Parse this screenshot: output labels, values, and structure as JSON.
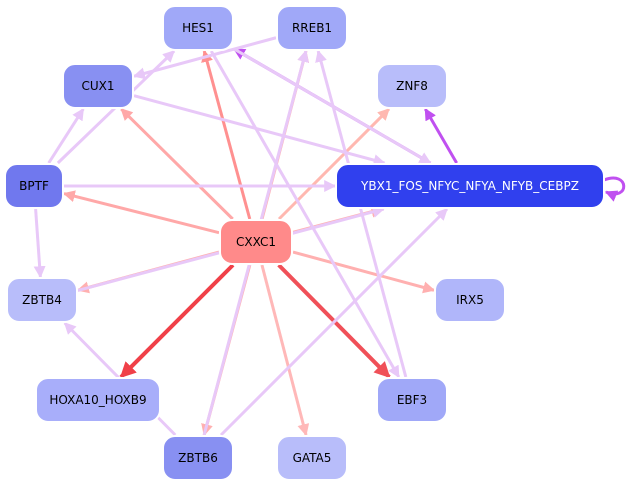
{
  "diagram": {
    "type": "directed-network",
    "nodes": [
      {
        "id": "HES1",
        "label": "HES1",
        "color": "#a0a8f8"
      },
      {
        "id": "RREB1",
        "label": "RREB1",
        "color": "#a0a8f8"
      },
      {
        "id": "CUX1",
        "label": "CUX1",
        "color": "#8890f2"
      },
      {
        "id": "ZNF8",
        "label": "ZNF8",
        "color": "#b8bdfa"
      },
      {
        "id": "BPTF",
        "label": "BPTF",
        "color": "#7078ee"
      },
      {
        "id": "YBX1",
        "label": "YBX1_FOS_NFYC_NFYA_NFYB_CEBPZ",
        "color": "#3040ee",
        "text_color": "#ffffff"
      },
      {
        "id": "CXXC1",
        "label": "CXXC1",
        "color": "#ff8a8a"
      },
      {
        "id": "ZBTB4",
        "label": "ZBTB4",
        "color": "#b8bdfa"
      },
      {
        "id": "IRX5",
        "label": "IRX5",
        "color": "#b0b6fa"
      },
      {
        "id": "HOXA10_HOXB9",
        "label": "HOXA10_HOXB9",
        "color": "#a8aefa"
      },
      {
        "id": "EBF3",
        "label": "EBF3",
        "color": "#a0a8f8"
      },
      {
        "id": "ZBTB6",
        "label": "ZBTB6",
        "color": "#8890f2"
      },
      {
        "id": "GATA5",
        "label": "GATA5",
        "color": "#b8bdfa"
      }
    ],
    "edges": [
      {
        "from": "CXXC1",
        "to": "HES1",
        "color": "#ff9090",
        "weight": 3
      },
      {
        "from": "CXXC1",
        "to": "RREB1",
        "color": "#ffb0b0",
        "weight": 3
      },
      {
        "from": "CXXC1",
        "to": "CUX1",
        "color": "#ffa8a8",
        "weight": 3
      },
      {
        "from": "CXXC1",
        "to": "BPTF",
        "color": "#ffa8a8",
        "weight": 3
      },
      {
        "from": "CXXC1",
        "to": "ZNF8",
        "color": "#ffb8b0",
        "weight": 3
      },
      {
        "from": "CXXC1",
        "to": "YBX1",
        "color": "#ffb0b0",
        "weight": 3
      },
      {
        "from": "CXXC1",
        "to": "ZBTB4",
        "color": "#ffb0b0",
        "weight": 3
      },
      {
        "from": "CXXC1",
        "to": "IRX5",
        "color": "#ffb0b0",
        "weight": 3
      },
      {
        "from": "CXXC1",
        "to": "HOXA10_HOXB9",
        "color": "#f04048",
        "weight": 4
      },
      {
        "from": "CXXC1",
        "to": "EBF3",
        "color": "#f05058",
        "weight": 4
      },
      {
        "from": "CXXC1",
        "to": "ZBTB6",
        "color": "#ffb0b0",
        "weight": 3
      },
      {
        "from": "CXXC1",
        "to": "GATA5",
        "color": "#ffb8b8",
        "weight": 3
      },
      {
        "from": "YBX1",
        "to": "HES1",
        "color": "#c050f0",
        "weight": 3
      },
      {
        "from": "YBX1",
        "to": "ZNF8",
        "color": "#c050f0",
        "weight": 3
      },
      {
        "from": "YBX1",
        "to": "YBX1",
        "color": "#c050f0",
        "weight": 3
      },
      {
        "from": "BPTF",
        "to": "HES1",
        "color": "#e8c8f8",
        "weight": 3
      },
      {
        "from": "BPTF",
        "to": "CUX1",
        "color": "#e8c8f8",
        "weight": 3
      },
      {
        "from": "BPTF",
        "to": "YBX1",
        "color": "#e8c8f8",
        "weight": 3
      },
      {
        "from": "BPTF",
        "to": "ZBTB4",
        "color": "#e8c8f8",
        "weight": 3
      },
      {
        "from": "RREB1",
        "to": "CUX1",
        "color": "#e8c8f8",
        "weight": 3
      },
      {
        "from": "CUX1",
        "to": "YBX1",
        "color": "#e8c8f8",
        "weight": 3
      },
      {
        "from": "HES1",
        "to": "YBX1",
        "color": "#e8c8f8",
        "weight": 3
      },
      {
        "from": "HES1",
        "to": "EBF3",
        "color": "#e8c8f8",
        "weight": 3
      },
      {
        "from": "ZBTB4",
        "to": "YBX1",
        "color": "#e8c8f8",
        "weight": 3
      },
      {
        "from": "ZBTB6",
        "to": "ZBTB4",
        "color": "#e8c8f8",
        "weight": 3
      },
      {
        "from": "ZBTB6",
        "to": "YBX1",
        "color": "#e8c8f8",
        "weight": 3
      },
      {
        "from": "EBF3",
        "to": "RREB1",
        "color": "#e8c8f8",
        "weight": 3
      },
      {
        "from": "ZBTB6",
        "to": "RREB1",
        "color": "#e8c8f8",
        "weight": 3
      }
    ]
  }
}
